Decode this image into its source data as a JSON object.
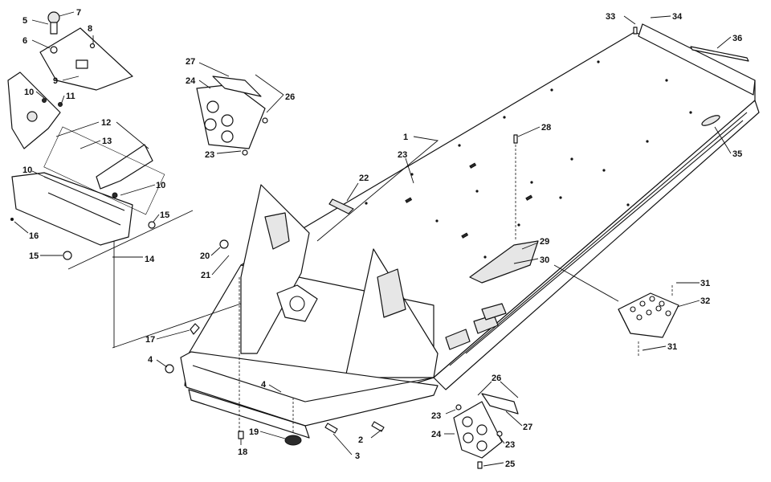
{
  "diagram": {
    "callouts": [
      {
        "label": "1"
      },
      {
        "label": "2"
      },
      {
        "label": "3"
      },
      {
        "label": "4"
      },
      {
        "label": "4"
      },
      {
        "label": "5"
      },
      {
        "label": "6"
      },
      {
        "label": "7"
      },
      {
        "label": "8"
      },
      {
        "label": "9"
      },
      {
        "label": "10"
      },
      {
        "label": "10"
      },
      {
        "label": "10"
      },
      {
        "label": "11"
      },
      {
        "label": "12"
      },
      {
        "label": "13"
      },
      {
        "label": "14"
      },
      {
        "label": "15"
      },
      {
        "label": "15"
      },
      {
        "label": "16"
      },
      {
        "label": "17"
      },
      {
        "label": "18"
      },
      {
        "label": "19"
      },
      {
        "label": "20"
      },
      {
        "label": "21"
      },
      {
        "label": "22"
      },
      {
        "label": "23"
      },
      {
        "label": "23"
      },
      {
        "label": "23"
      },
      {
        "label": "23"
      },
      {
        "label": "24"
      },
      {
        "label": "24"
      },
      {
        "label": "25"
      },
      {
        "label": "26"
      },
      {
        "label": "26"
      },
      {
        "label": "27"
      },
      {
        "label": "27"
      },
      {
        "label": "28"
      },
      {
        "label": "29"
      },
      {
        "label": "30"
      },
      {
        "label": "31"
      },
      {
        "label": "31"
      },
      {
        "label": "32"
      },
      {
        "label": "33"
      },
      {
        "label": "34"
      },
      {
        "label": "35"
      },
      {
        "label": "36"
      }
    ]
  }
}
